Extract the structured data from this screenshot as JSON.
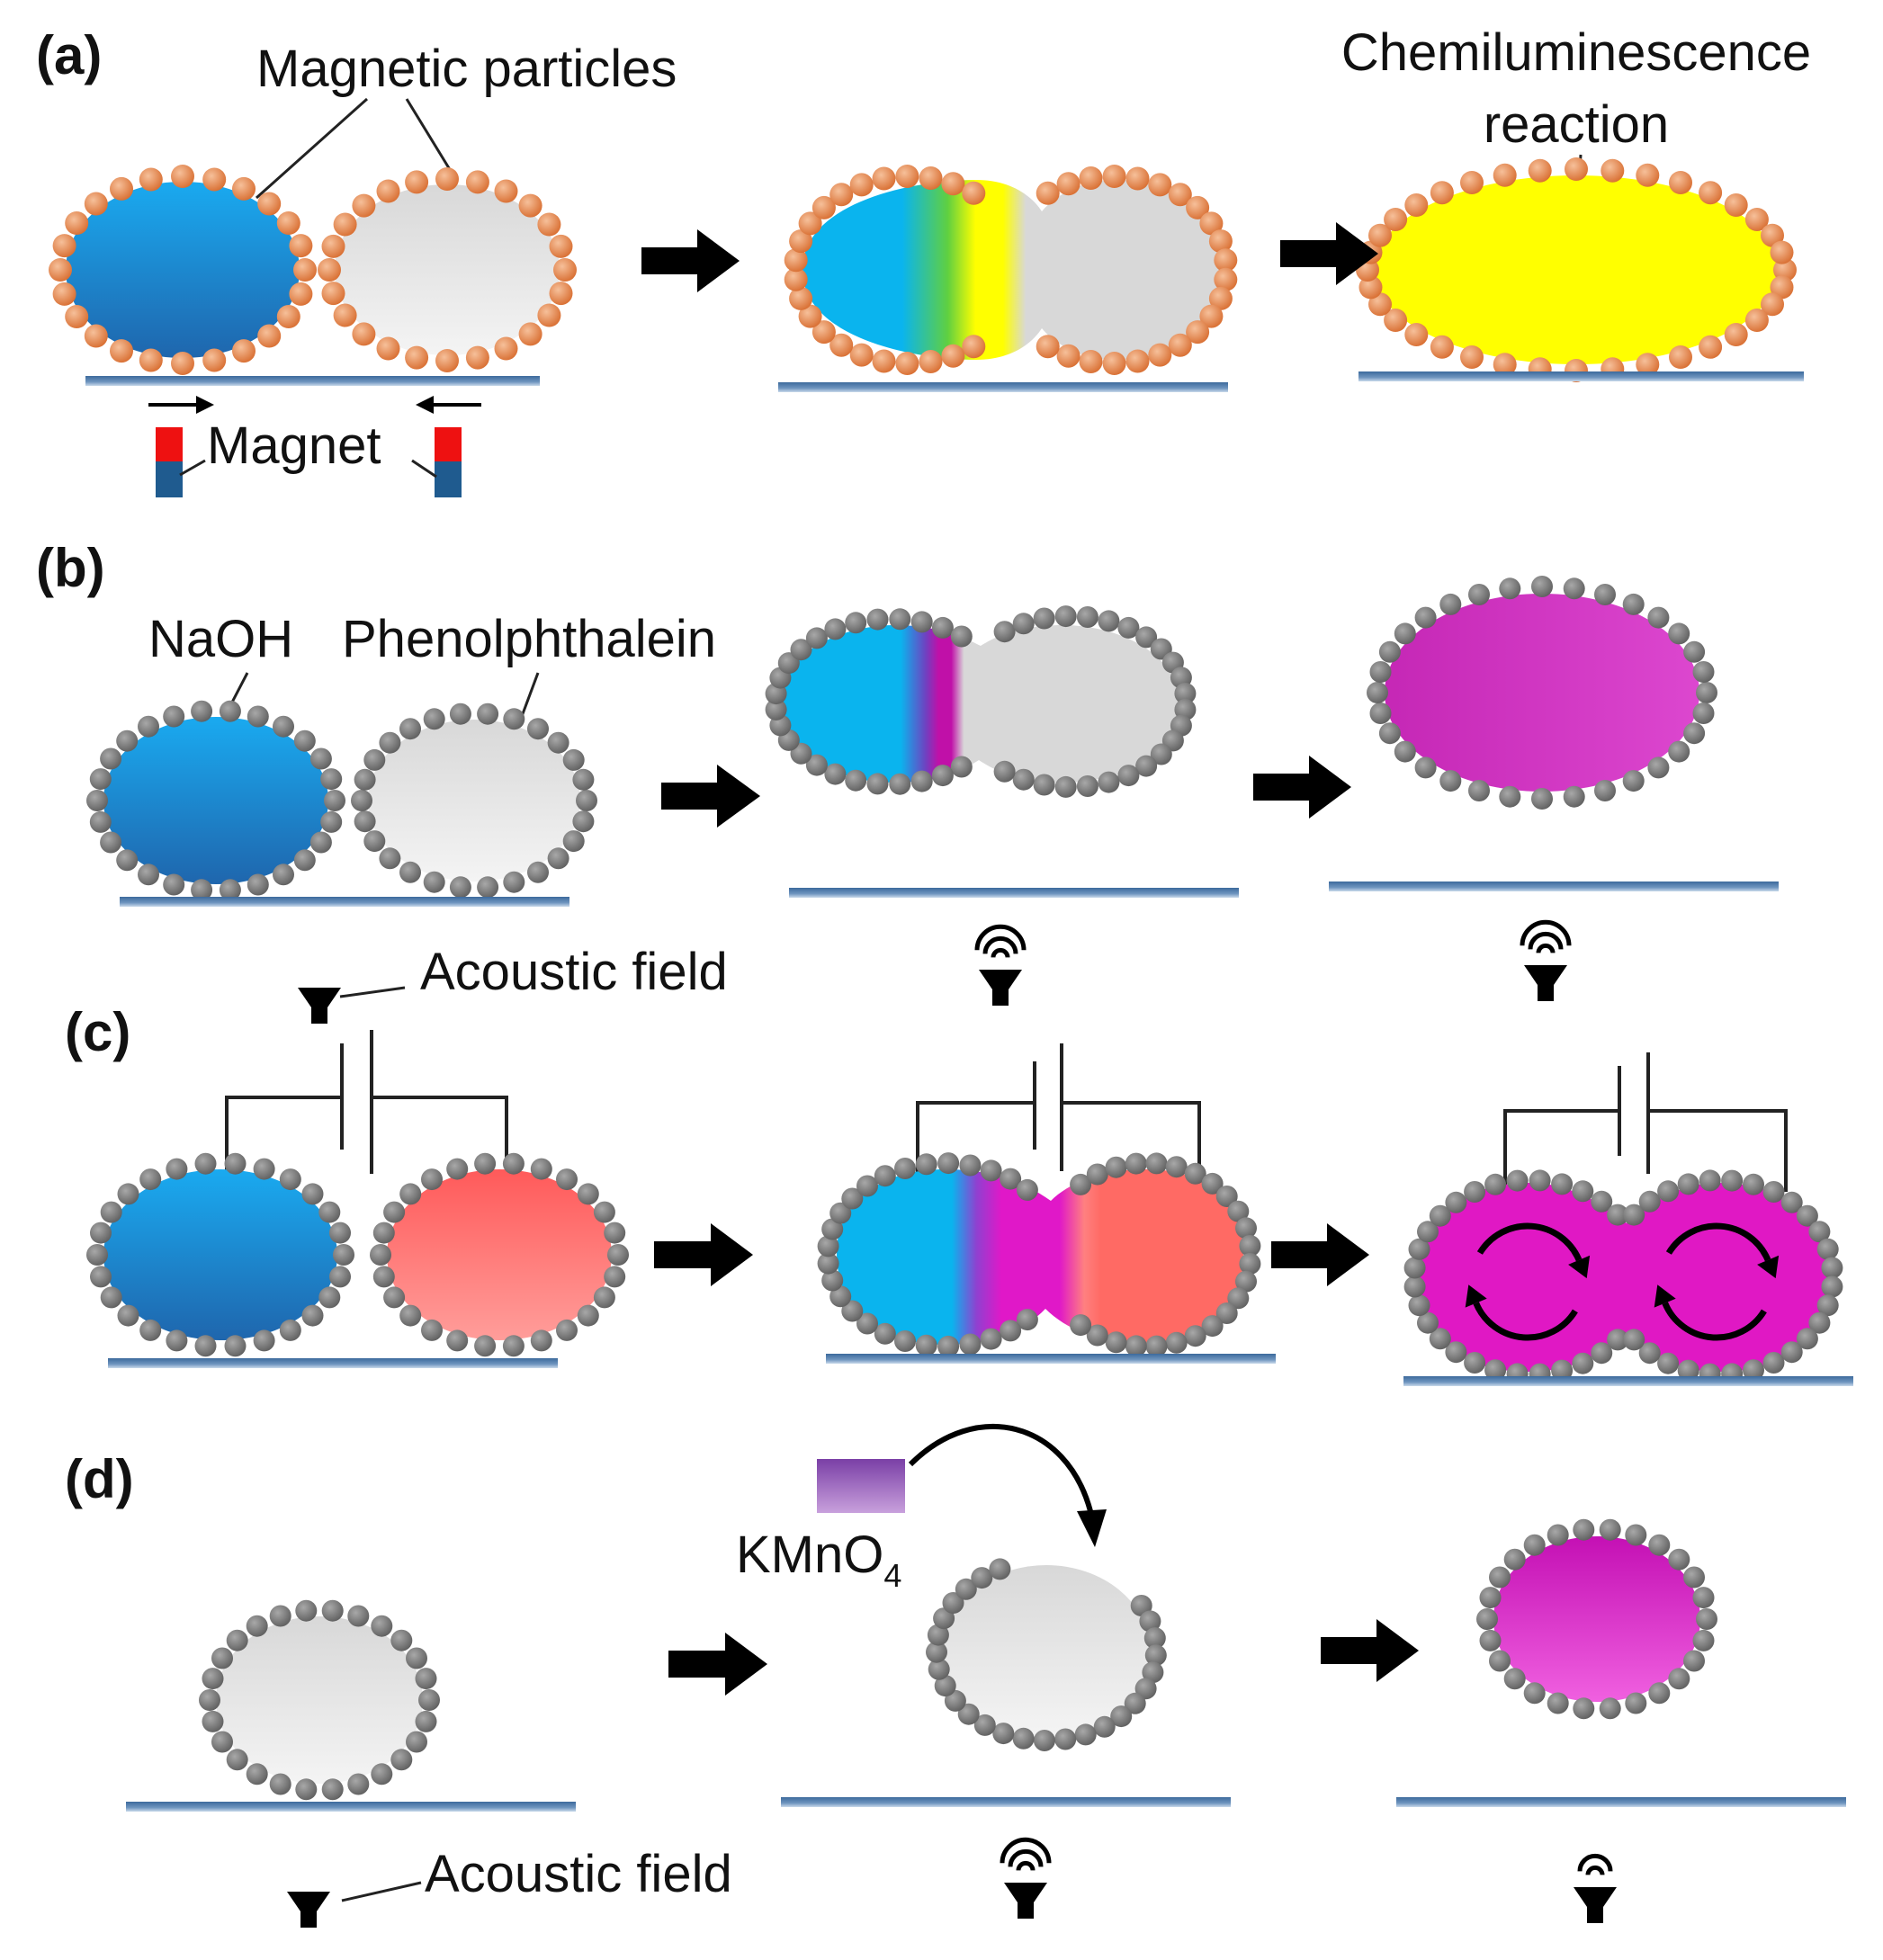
{
  "panels": {
    "a": {
      "label": "(a)",
      "magnetic_particles": "Magnetic particles",
      "chemiluminescence_1": "Chemiluminescence",
      "chemiluminescence_2": "reaction",
      "magnet": "Magnet"
    },
    "b": {
      "label": "(b)",
      "naoh": "NaOH",
      "phenolphthalein": "Phenolphthalein",
      "acoustic_field": "Acoustic field"
    },
    "c": {
      "label": "(c)"
    },
    "d": {
      "label": "(d)",
      "kmno4": "KMnO",
      "kmno4_sub": "4",
      "acoustic_field": "Acoustic field"
    }
  },
  "colors": {
    "blue_light": "#0aa8e6",
    "blue_dark": "#1f6fb3",
    "gray_light": "#f0f0f0",
    "gray_dark": "#c4c4c4",
    "yellow": "#ffff00",
    "magenta": "#d010c8",
    "salmon": "#ff7068",
    "purple": "#7a3fa6",
    "particle_orange": "#e98b50",
    "particle_gray": "#7d7d7d",
    "substrate": "#4a78a8",
    "magnet_red": "#ee1111",
    "magnet_blue": "#1f5b8f"
  },
  "icons": [
    "magnet-icon",
    "speaker-icon",
    "wave-icon",
    "battery-icon",
    "arrow-right-icon",
    "circulation-arrow-icon"
  ]
}
